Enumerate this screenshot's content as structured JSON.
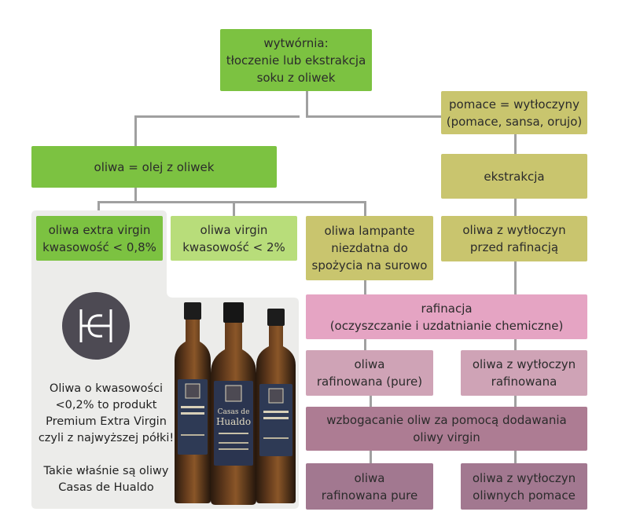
{
  "nodes": {
    "mill": "wytwórnia:\ntłoczenie lub ekstrakcja\nsoku z oliwek",
    "pomace": "pomace = wytłoczyny\n(pomace, sansa, orujo)",
    "olive_oil": "oliwa = olej z oliwek",
    "extraction": "ekstrakcja",
    "extra_virgin": "oliwa extra virgin\nkwasowość < 0,8%",
    "virgin": "oliwa virgin\nkwasowość < 2%",
    "lampante": "oliwa lampante\nniezdatna do\nspożycia na surowo",
    "pomace_crude": "oliwa z wytłoczyn\nprzed rafinacją",
    "refining": "rafinacja\n(oczyszczanie i uzdatnianie chemiczne)",
    "refined": "oliwa\nrafinowana (pure)",
    "pomace_refined": "oliwa z wytłoczyn\nrafinowana",
    "enrichment": "wzbogacanie oliw za pomocą dodawania\noliwy virgin",
    "refined_pure": "oliwa\nrafinowana pure",
    "pomace_oil": "oliwa z wytłoczyn\noliwnych pomace"
  },
  "promo": {
    "text1": "Oliwa o kwasowości\n<0,2% to produkt\nPremium Extra Virgin\nczyli z najwyższej półki!",
    "text2": "Takie właśnie są oliwy\nCasas de Hualdo"
  },
  "bottle_label": {
    "line1": "Casas de",
    "line2": "Hualdo"
  },
  "colors": {
    "green_dark": "#7cc241",
    "green_light": "#b8dd7a",
    "olive": "#c9c56e",
    "pink": "#e5a4c3",
    "mauve_light": "#cfa3b6",
    "mauve_dark": "#ad7c93",
    "connector": "#a0a0a0",
    "panel": "#ececea"
  }
}
